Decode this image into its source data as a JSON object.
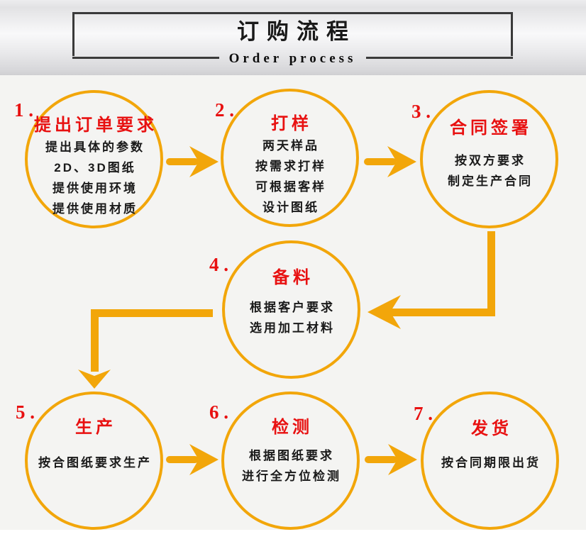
{
  "header": {
    "title": "订购流程",
    "subtitle": "Order process"
  },
  "steps": [
    {
      "number": "1 .",
      "title": "提出订单要求",
      "lines": [
        "提出具体的参数",
        "2D、3D图纸",
        "提供使用环境",
        "提供使用材质"
      ]
    },
    {
      "number": "2 .",
      "title": "打样",
      "lines": [
        "两天样品",
        "按需求打样",
        "可根据客样",
        "设计图纸"
      ]
    },
    {
      "number": "3 .",
      "title": "合同签署",
      "lines": [
        "按双方要求",
        "制定生产合同"
      ]
    },
    {
      "number": "4 .",
      "title": "备料",
      "lines": [
        "根据客户要求",
        "选用加工材料"
      ]
    },
    {
      "number": "5 .",
      "title": "生产",
      "lines": [
        "按合图纸要求生产"
      ]
    },
    {
      "number": "6 .",
      "title": "检测",
      "lines": [
        "根据图纸要求",
        "进行全方位检测"
      ]
    },
    {
      "number": "7 .",
      "title": "发货",
      "lines": [
        "按合同期限出货"
      ]
    }
  ],
  "flow_connections": [
    "1→2",
    "2→3",
    "3→4",
    "4→5",
    "5→6",
    "6→7"
  ],
  "colors": {
    "accent_orange": "#f2a60a",
    "accent_red": "#e81111",
    "text_ink": "#1a1a1a",
    "box_border": "#3a3a3a"
  }
}
